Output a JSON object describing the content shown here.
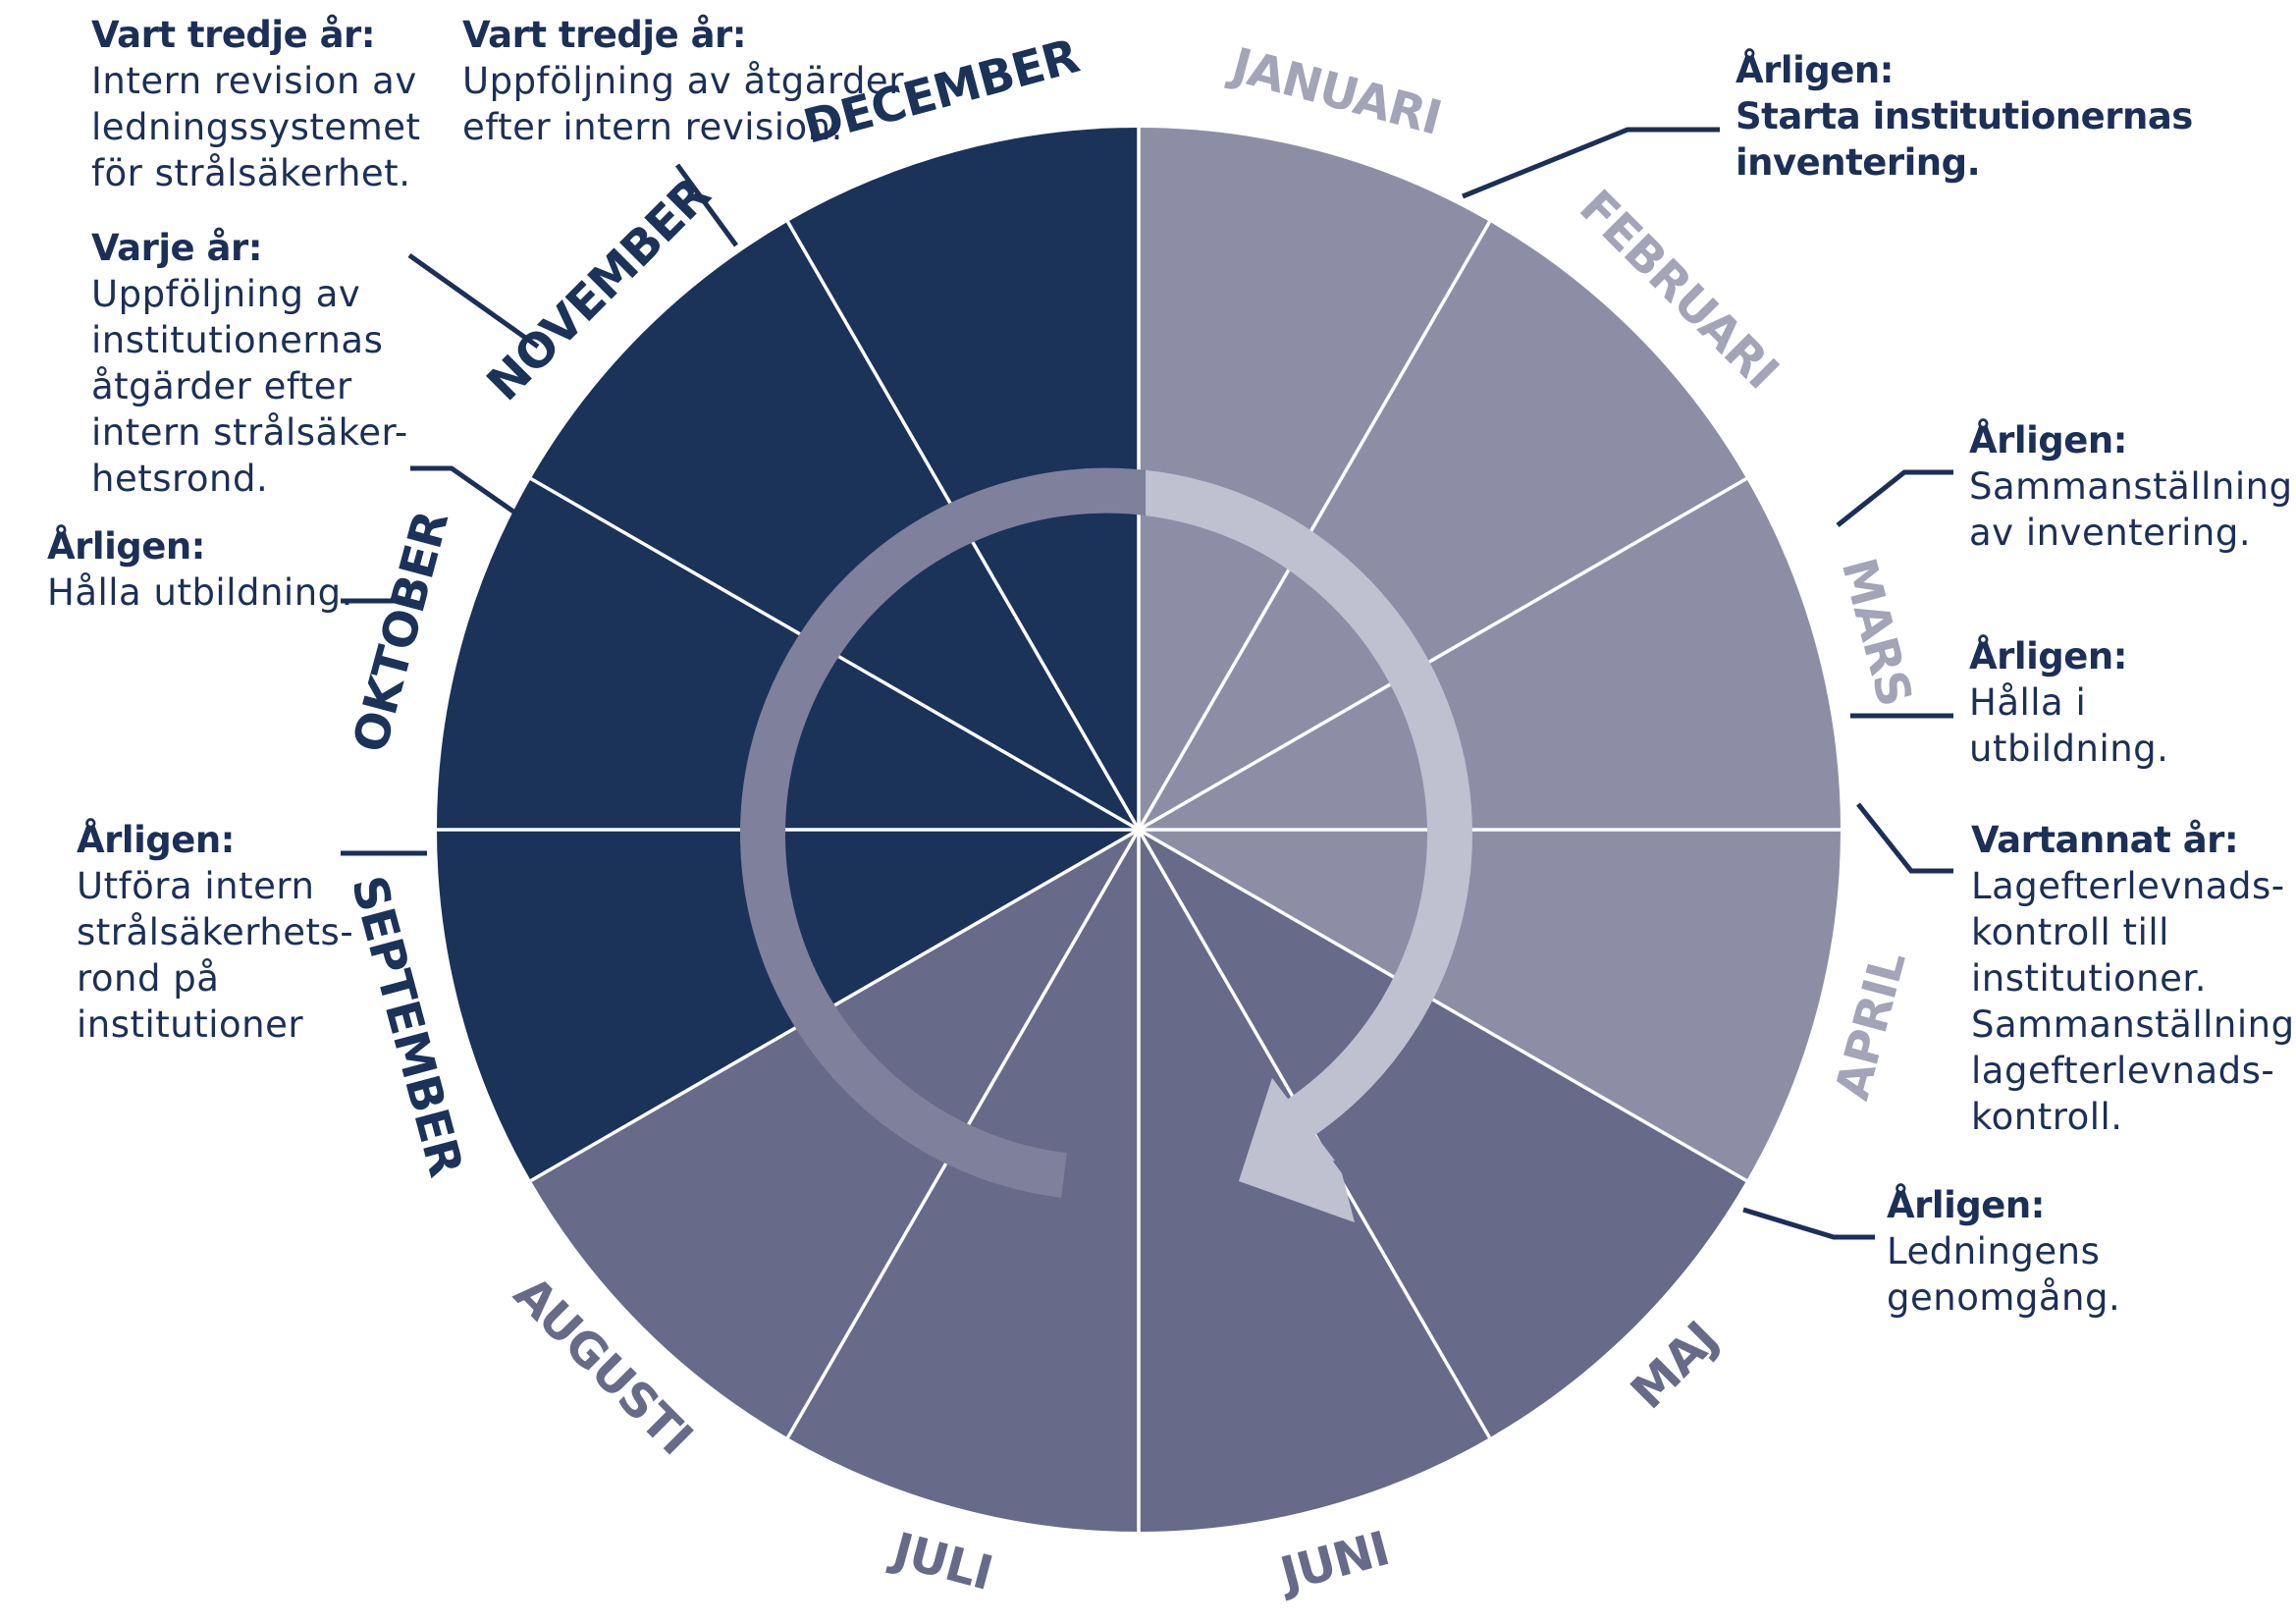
{
  "months": [
    {
      "name": "JANUARI",
      "fill": "#8d8ea6",
      "label_color": "#a3a4b8"
    },
    {
      "name": "FEBRUARI",
      "fill": "#8d8ea6",
      "label_color": "#a3a4b8"
    },
    {
      "name": "MARS",
      "fill": "#8d8ea6",
      "label_color": "#a3a4b8"
    },
    {
      "name": "APRIL",
      "fill": "#8d8ea6",
      "label_color": "#a3a4b8"
    },
    {
      "name": "MAJ",
      "fill": "#676a88",
      "label_color": "#676a88"
    },
    {
      "name": "JUNI",
      "fill": "#676a88",
      "label_color": "#676a88"
    },
    {
      "name": "JULI",
      "fill": "#676a88",
      "label_color": "#676a88"
    },
    {
      "name": "AUGUSTI",
      "fill": "#676a88",
      "label_color": "#676a88"
    },
    {
      "name": "SEPTEMBER",
      "fill": "#1b3259",
      "label_color": "#1b3259"
    },
    {
      "name": "OKTOBER",
      "fill": "#1b3259",
      "label_color": "#1b3259"
    },
    {
      "name": "NOVEMBER",
      "fill": "#1b3259",
      "label_color": "#1b3259"
    },
    {
      "name": "DECEMBER",
      "fill": "#1b3259",
      "label_color": "#1b3259"
    }
  ],
  "notes": {
    "intern_revision": {
      "heading": "Vart tredje år:",
      "body": "Intern revision av\nledningssystemet\nför strålsäkerhet."
    },
    "uppfoljning_revision": {
      "heading": "Vart tredje år:",
      "body": "Uppföljning av åtgärder\nefter intern revision."
    },
    "uppfoljning_institutioner": {
      "heading": "Varje år:",
      "body": "Uppföljning av\ninstitutionernas\nåtgärder efter\nintern strålsäker-\nhetsrond."
    },
    "halla_utbildning_okt": {
      "heading": "Årligen:",
      "body": "Hålla utbildning."
    },
    "utfora_rond": {
      "heading": "Årligen:",
      "body": "Utföra intern\nstrålsäkerhets-\nrond på\ninstitutioner"
    },
    "starta_inventering": {
      "heading": "Årligen:",
      "body": "Starta institutionernas\ninventering."
    },
    "sammanstallning_inventering": {
      "heading": "Årligen:",
      "body": "Sammanställning\nav inventering."
    },
    "halla_utbildning_mars": {
      "heading": "Årligen:",
      "body": "Hålla i utbildning."
    },
    "lagefterlevnad": {
      "heading": "Vartannat år:",
      "body": "Lagefterlevnads-\nkontroll till\ninstitutioner.\nSammanställning\nlagefterlevnads-\nkontroll."
    },
    "ledningens_genomgang": {
      "heading": "Årligen:",
      "body": "Ledningens\ngenomgång."
    }
  },
  "colors": {
    "text_dark": "#1b2f57",
    "ring_arrow_light": "#bfc0d0",
    "ring_arrow_dark": "#7e809c",
    "divider": "#ffffff"
  }
}
